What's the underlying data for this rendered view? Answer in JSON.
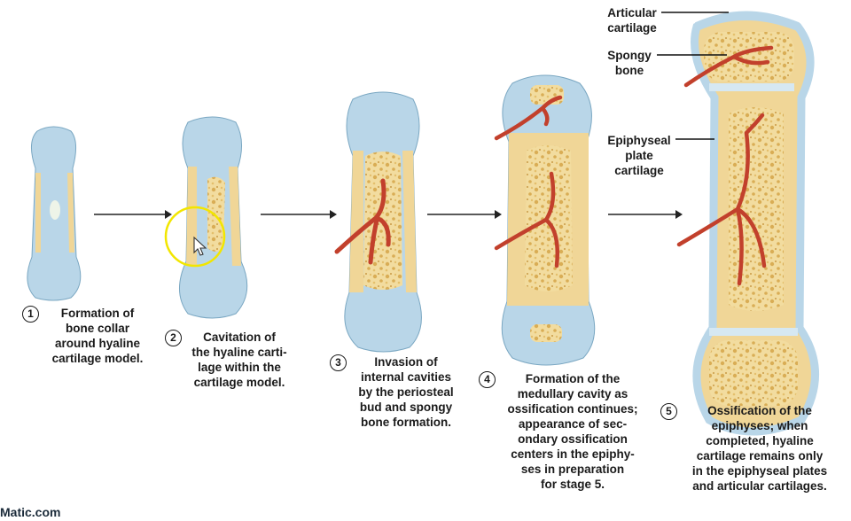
{
  "colors": {
    "cartilage": "#b9d6e8",
    "cartilage_light": "#d6e8f2",
    "bone": "#f0d697",
    "bone_dark": "#d9ad55",
    "vessel": "#c2402c",
    "line": "#222222",
    "highlight": "#f2e600"
  },
  "stages": [
    {
      "number": "1",
      "caption": "Formation of\nbone collar\naround hyaline\ncartilage model."
    },
    {
      "number": "2",
      "caption": "Cavitation of\nthe hyaline carti-\nlage within the\ncartilage model."
    },
    {
      "number": "3",
      "caption": "Invasion of\ninternal cavities\nby the periosteal\nbud and spongy\nbone formation."
    },
    {
      "number": "4",
      "caption": "Formation of the\nmedullary cavity as\nossification continues;\nappearance of sec-\nondary ossification\ncenters in the epiphy-\nses in preparation\nfor stage 5."
    },
    {
      "number": "5",
      "caption": "Ossification of the\nepiphyses; when\ncompleted, hyaline\ncartilage remains only\nin the epiphyseal plates\nand articular cartilages."
    }
  ],
  "labels": {
    "articular_cartilage": "Articular\ncartilage",
    "spongy_bone": "Spongy\nbone",
    "epiphyseal_plate": "Epiphyseal\nplate\ncartilage"
  },
  "watermark": "Matic.com"
}
